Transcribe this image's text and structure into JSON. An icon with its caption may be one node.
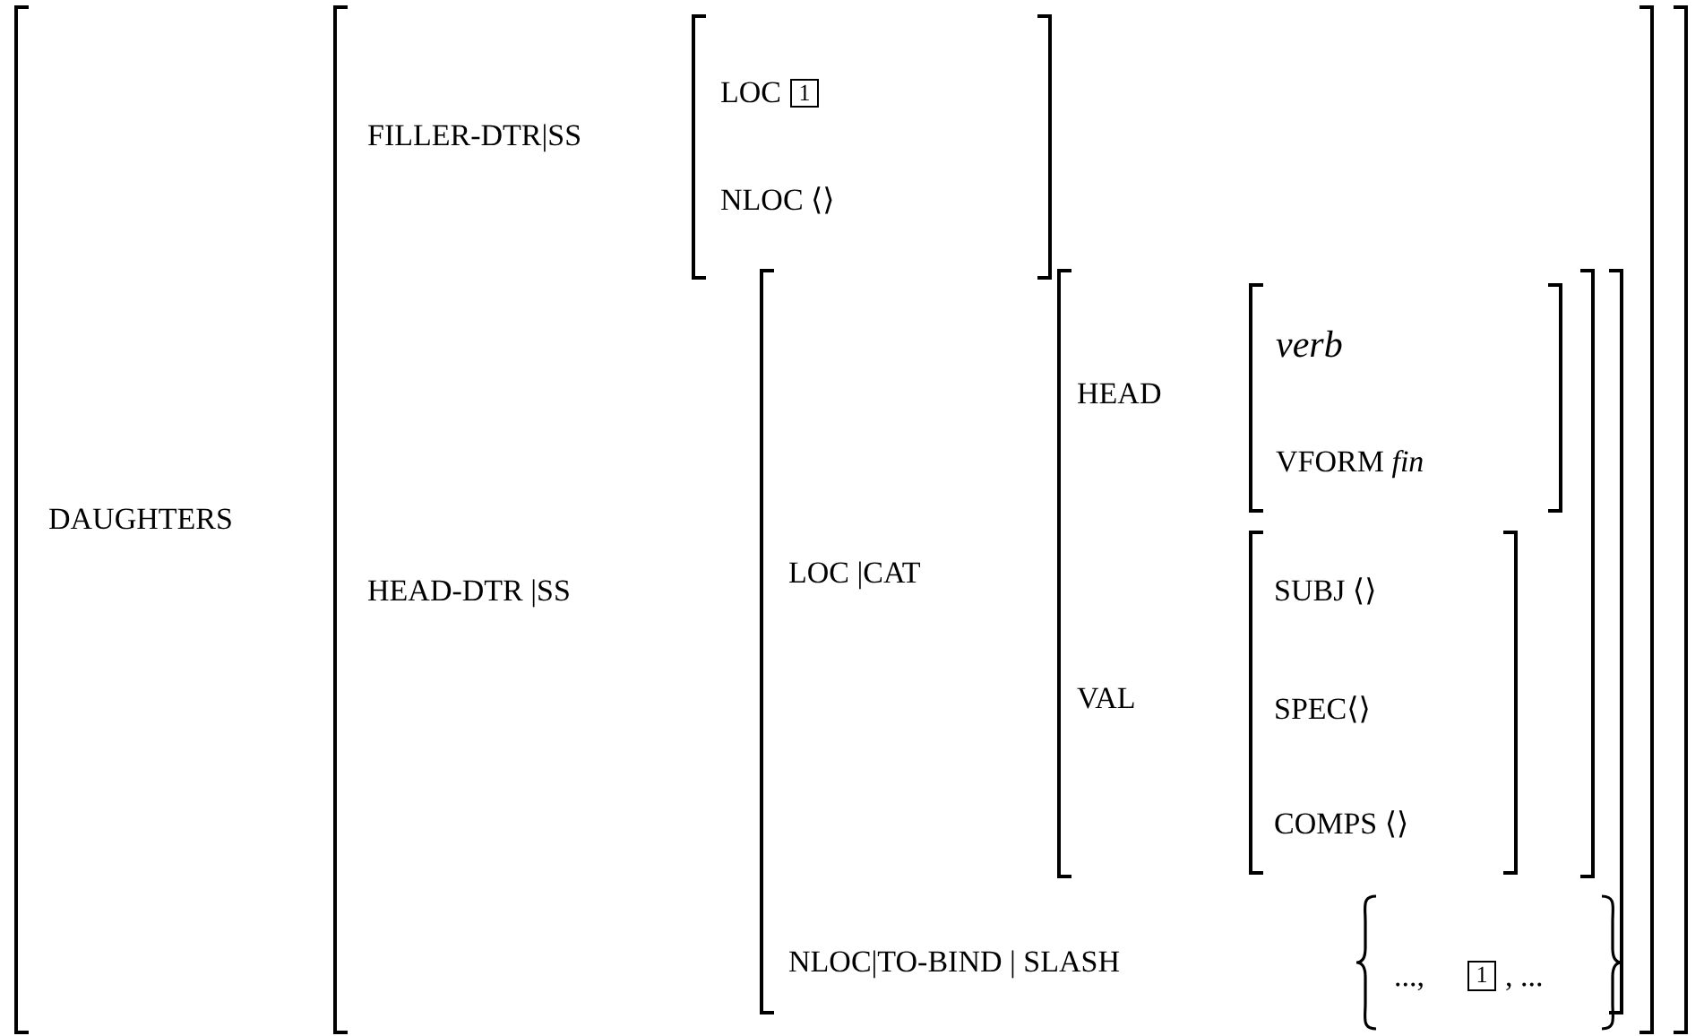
{
  "diagram": {
    "nodes": [
      {
        "text": [
          "DAUGHTERS"
        ]
      },
      {
        "text": [
          "FILLER-DTR|SS",
          "HEAD-DTR |SS"
        ],
        "in": 0
      },
      {
        "text": [
          "LOC",
          "NLOC ⟨⟩"
        ],
        "in": 1
      },
      {
        "text": [
          "1"
        ],
        "in": 2
      },
      {
        "text": [
          "LOC |CAT",
          "NLOC|TO-BIND | SLASH"
        ],
        "in": 1
      },
      {
        "text": [
          "HEAD",
          "VAL"
        ],
        "in": 4
      },
      {
        "text": [
          "verb",
          "VFORM *fin*"
        ],
        "in": 5
      },
      {
        "text": [
          "SUBJ ⟨⟩",
          "SPEC⟨⟩",
          "COMPS ⟨⟩"
        ],
        "in": 5
      },
      {
        "text": [
          "...,",
          ", ..."
        ],
        "in": 4
      },
      {
        "text": [
          "1"
        ],
        "in": 8
      }
    ]
  }
}
